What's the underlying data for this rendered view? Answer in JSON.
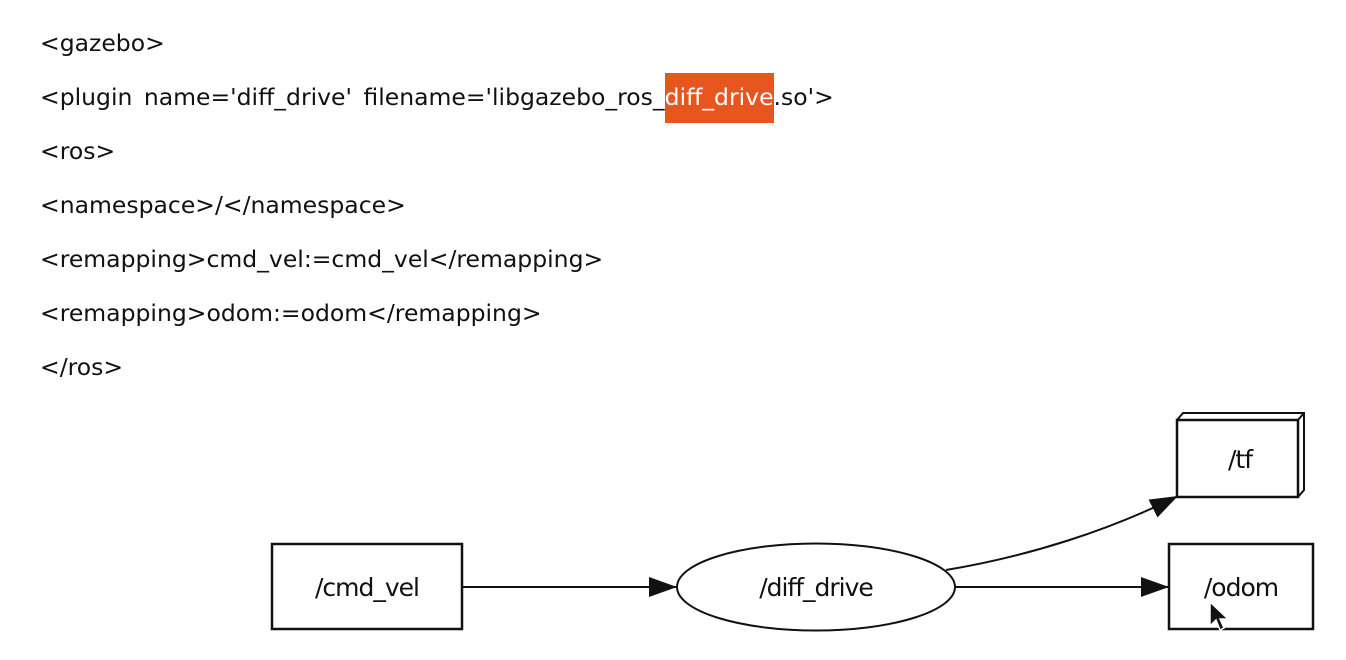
{
  "code": {
    "lines": [
      "<gazebo>",
      "<plugin name='diff_drive' filename='libgazebo_ros_",
      "<ros>",
      "<namespace>/</namespace>",
      "<remapping>cmd_vel:=cmd_vel</remapping>",
      "<remapping>odom:=odom</remapping>",
      "</ros>"
    ],
    "highlight_text": "diff_drive",
    "after_highlight": ".so'>",
    "highlight_color": "#E8561F"
  },
  "diagram": {
    "nodes": {
      "cmd_vel": {
        "label": "/cmd_vel",
        "shape": "box"
      },
      "diff_drive": {
        "label": "/diff_drive",
        "shape": "ellipse"
      },
      "tf": {
        "label": "/tf",
        "shape": "box3d"
      },
      "odom": {
        "label": "/odom",
        "shape": "box"
      }
    },
    "edges": [
      {
        "from": "/cmd_vel",
        "to": "/diff_drive"
      },
      {
        "from": "/diff_drive",
        "to": "/tf"
      },
      {
        "from": "/diff_drive",
        "to": "/odom"
      }
    ]
  }
}
